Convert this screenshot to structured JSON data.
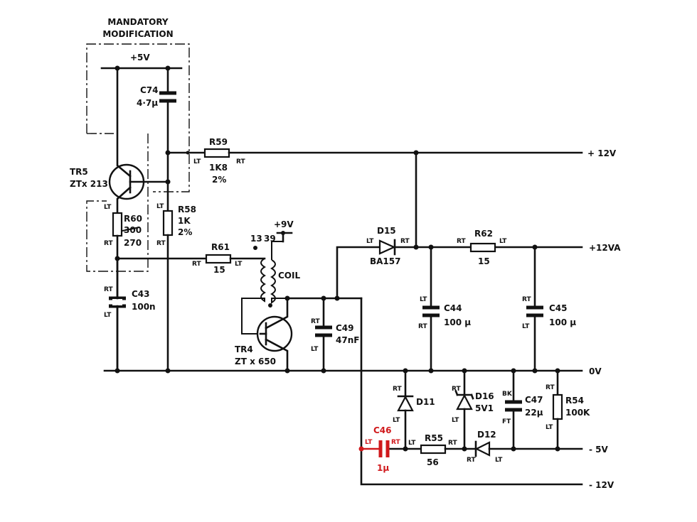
{
  "header": {
    "line1": "MANDATORY",
    "line2": "MODIFICATION"
  },
  "rails": {
    "plus5": "+5V",
    "plus9": "+9V",
    "plus12": "+ 12V",
    "plus12va": "+12VA",
    "zero": "0V",
    "minus5": "- 5V",
    "minus12": "- 12V"
  },
  "components": {
    "c74": {
      "ref": "C74",
      "value": "4·7μ"
    },
    "r59": {
      "ref": "R59",
      "value": "1K8",
      "tol": "2%",
      "lt": "LT",
      "rt": "RT"
    },
    "tr5": {
      "ref": "TR5",
      "type": "ZTx 213"
    },
    "r60": {
      "ref": "R60",
      "old": "300",
      "value": "270",
      "lt": "LT",
      "rt": "RT"
    },
    "r58": {
      "ref": "R58",
      "value": "1K",
      "tol": "2%",
      "lt": "LT",
      "rt": "RT"
    },
    "r61": {
      "ref": "R61",
      "value": "15",
      "lt": "LT",
      "rt": "RT"
    },
    "coil": {
      "label": "COIL",
      "pin13": "13",
      "pin39": "39"
    },
    "c43": {
      "ref": "C43",
      "value": "100n",
      "lt": "LT",
      "rt": "RT"
    },
    "tr4": {
      "ref": "TR4",
      "type": "ZT x 650"
    },
    "c49": {
      "ref": "C49",
      "value": "47nF",
      "lt": "LT",
      "rt": "RT"
    },
    "d15": {
      "ref": "D15",
      "type": "BA157",
      "lt": "LT",
      "rt": "RT"
    },
    "r62": {
      "ref": "R62",
      "value": "15",
      "lt": "LT",
      "rt": "RT"
    },
    "c44": {
      "ref": "C44",
      "value": "100 μ",
      "lt": "LT",
      "rt": "RT"
    },
    "c45": {
      "ref": "C45",
      "value": "100 μ",
      "lt": "LT",
      "rt": "RT"
    },
    "d11": {
      "ref": "D11",
      "lt": "LT",
      "rt": "RT"
    },
    "d16": {
      "ref": "D16",
      "value": "5V1",
      "lt": "LT",
      "rt": "RT"
    },
    "c47": {
      "ref": "C47",
      "value": "22μ",
      "bk": "BK",
      "ft": "FT"
    },
    "r54": {
      "ref": "R54",
      "value": "100K",
      "lt": "LT",
      "rt": "RT"
    },
    "c46": {
      "ref": "C46",
      "value": "1μ",
      "lt": "LT",
      "rt": "RT",
      "color": "#d0191c"
    },
    "r55": {
      "ref": "R55",
      "value": "56",
      "lt": "LT",
      "rt": "RT"
    },
    "d12": {
      "ref": "D12",
      "lt": "LT",
      "rt": "RT"
    }
  }
}
